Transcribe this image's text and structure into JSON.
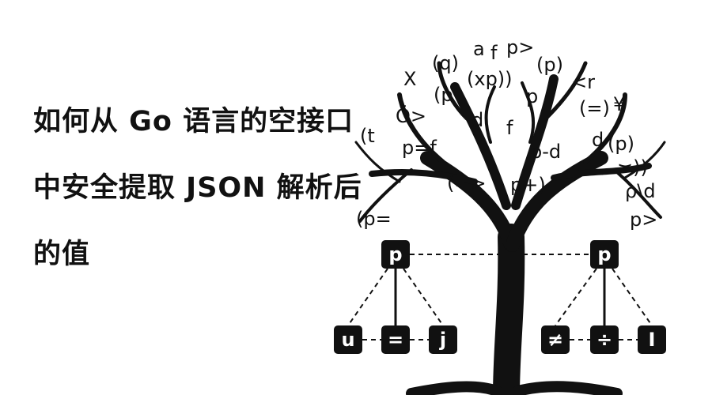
{
  "title": {
    "line1": "如何从 Go 语言的空接口",
    "line2": "中安全提取 JSON 解析后",
    "line3": "的值"
  },
  "tree": {
    "left_node": "p",
    "right_node": "p",
    "left_children": [
      "u",
      "=",
      "j"
    ],
    "right_children": [
      "≠",
      "÷",
      "I"
    ]
  },
  "canopy_symbols": [
    "(q)",
    "a",
    "f",
    "p>",
    "(p)",
    "X",
    "(xp))",
    "(p",
    "<r",
    "(=)",
    "¥",
    "Ō>",
    "d",
    "p",
    "f",
    "(t",
    "p=f",
    "p-d",
    "d",
    "(p)",
    "(=>",
    "p+)",
    "ρ\\d",
    "(p=",
    "p>",
    "r",
    "≍))"
  ],
  "colors": {
    "ink": "#111111",
    "background": "#ffffff"
  }
}
